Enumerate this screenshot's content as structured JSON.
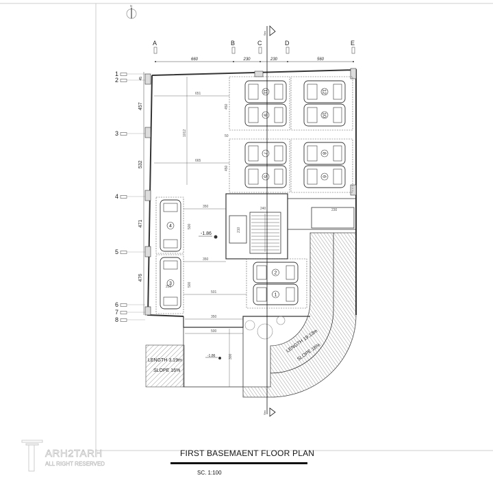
{
  "drawing": {
    "title": "FIRST BASEMAENT FLOOR PLAN",
    "scale": "SC.   1:100",
    "north_label": "N",
    "section_label": "Sec",
    "logo": {
      "name": "ARH2TARH",
      "sub": "ALL RIGHT RESERVED",
      "mark": "T"
    }
  },
  "grid": {
    "columns": [
      "A",
      "B",
      "C",
      "D",
      "E"
    ],
    "rows": [
      "1",
      "2",
      "3",
      "4",
      "5",
      "6",
      "7",
      "8"
    ],
    "column_spacings": [
      "660",
      "230",
      "230",
      "560"
    ],
    "row_spacings": [
      "45",
      "457",
      "532",
      "471",
      "476"
    ]
  },
  "parking": {
    "car_numbers": [
      "11",
      "12",
      "9",
      "10",
      "7",
      "8",
      "5",
      "6",
      "4",
      "3",
      "2",
      "1"
    ]
  },
  "levels": {
    "main": "-1.86",
    "entry": "-1.86"
  },
  "ramps": {
    "left": {
      "length": "LENGTH  3.19m",
      "slope": "SLOPE  16%"
    },
    "curved": {
      "length": "LENGTH  19.13m",
      "slope": "SLOPE  16%"
    }
  },
  "dimensions": {
    "top_span1": "651",
    "top_span2": "665",
    "vertical_span": "1012",
    "bay_a": "450",
    "bay_b": "450",
    "gap": "50",
    "aisle1": "350",
    "aisle2": "350",
    "aisle3": "501",
    "bay_c": "500",
    "bay_d": "500",
    "stair_w": "240",
    "core_h": "210",
    "room_w": "230",
    "entry_w": "350",
    "entry_top": "500",
    "entry_h": "300",
    "car_w": "250"
  }
}
